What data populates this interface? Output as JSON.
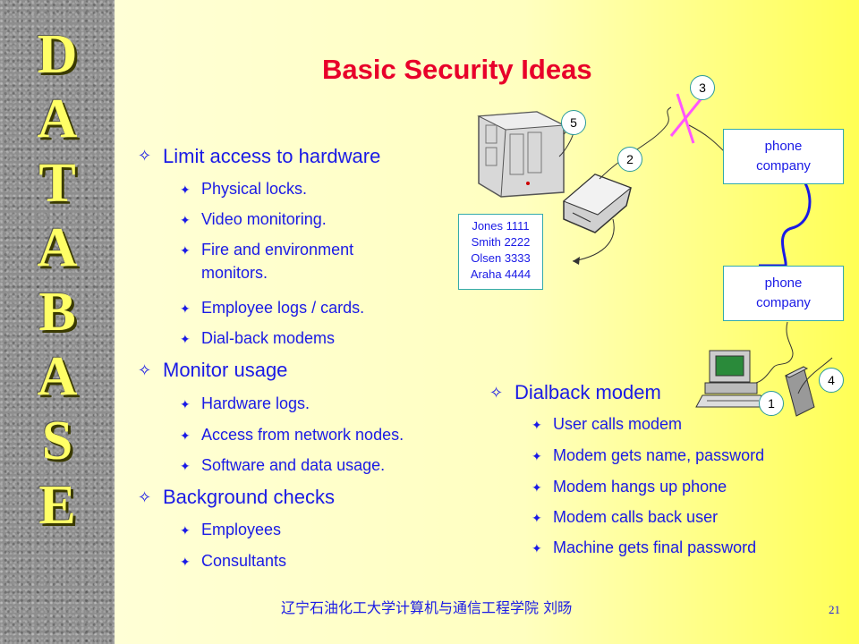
{
  "sidebar": {
    "letters": [
      "D",
      "A",
      "T",
      "A",
      "B",
      "A",
      "S",
      "E"
    ]
  },
  "title": "Basic Security Ideas",
  "left_list": [
    {
      "text": "Limit access to hardware",
      "items": [
        "Physical locks.",
        "Video monitoring.",
        "Fire and environment",
        "monitors.",
        "Employee logs / cards.",
        "Dial-back modems"
      ]
    },
    {
      "text": "Monitor usage",
      "items": [
        "Hardware logs.",
        "Access from network nodes.",
        "Software and data usage."
      ]
    },
    {
      "text": "Background checks",
      "items": [
        "Employees",
        "Consultants"
      ]
    }
  ],
  "dialback": {
    "heading": "Dialback modem",
    "items": [
      "User calls modem",
      "Modem gets name, password",
      "Modem hangs up phone",
      "Modem calls back user",
      "Machine gets final password"
    ]
  },
  "diagram": {
    "numbers": [
      "1",
      "2",
      "3",
      "4",
      "5"
    ],
    "password_list": [
      "Jones 1111",
      "Smith 2222",
      "Olsen 3333",
      "Araha 4444"
    ],
    "phone_top": [
      "phone",
      "company"
    ],
    "phone_bottom": [
      "phone",
      "company"
    ]
  },
  "footer": {
    "text": "辽宁石油化工大学计算机与通信工程学院    刘旸",
    "page": "21"
  }
}
